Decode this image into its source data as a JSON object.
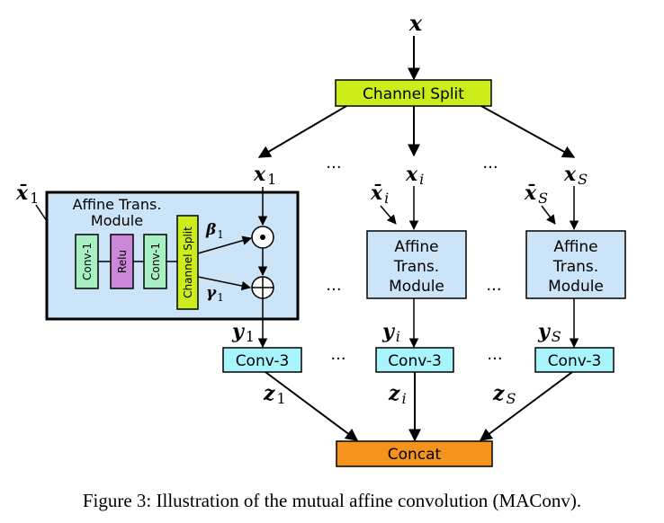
{
  "title": "Figure 3: Illustration of the mutual affine convolution (MAConv).",
  "input": {
    "symbol": "x"
  },
  "split": {
    "label": "Channel Split"
  },
  "branches": [
    {
      "x": "x",
      "x_sub": "1",
      "xbar": "x̄",
      "xbar_sub": "1",
      "y": "y",
      "y_sub": "1",
      "z": "z",
      "z_sub": "1"
    },
    {
      "x": "x",
      "x_sub": "i",
      "xbar": "x̄",
      "xbar_sub": "i",
      "y": "y",
      "y_sub": "i",
      "z": "z",
      "z_sub": "i"
    },
    {
      "x": "x",
      "x_sub": "S",
      "xbar": "x̄",
      "xbar_sub": "S",
      "y": "y",
      "y_sub": "S",
      "z": "z",
      "z_sub": "S"
    }
  ],
  "affine_detail": {
    "title_line1": "Affine Trans.",
    "title_line2": "Module",
    "conv1_a": "Conv-1",
    "relu": "Relu",
    "conv1_b": "Conv-1",
    "inner_split": "Channel Split",
    "beta": "β",
    "beta_sub": "1",
    "gamma": "γ",
    "gamma_sub": "1",
    "mult_op": "⊙",
    "add_op": "⊕"
  },
  "affine_module": {
    "line1": "Affine",
    "line2": "Trans.",
    "line3": "Module"
  },
  "conv3": "Conv-3",
  "concat": "Concat",
  "ellipsis": "···",
  "colors": {
    "split_fill": "#ccec1c",
    "affine_fill": "#cce4f8",
    "conv1_fill": "#a8f0c4",
    "relu_fill": "#cc88d8",
    "conv3_fill": "#a8f4fc",
    "concat_fill": "#f4941c"
  }
}
